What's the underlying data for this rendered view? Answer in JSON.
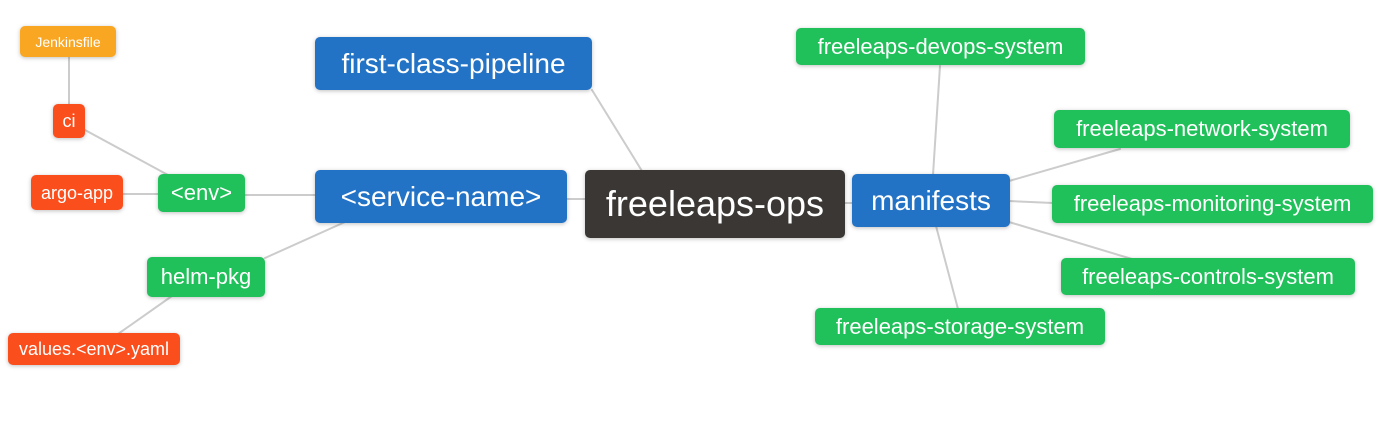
{
  "mindmap": {
    "title": "freeleaps-ops repository structure mind map",
    "background": "#ffffff",
    "connector_color": "#cccccc",
    "palette": {
      "root": "#3b3734",
      "branch": "#2272c6",
      "leaf_green": "#20c05a",
      "leaf_red": "#fb4e1d",
      "leaf_orange": "#f9a623",
      "text": "#ffffff"
    },
    "nodes": [
      {
        "id": "jenkinsfile",
        "label": "Jenkinsfile",
        "color": "orange",
        "depth": 4
      },
      {
        "id": "ci",
        "label": "ci",
        "color": "red",
        "depth": 3
      },
      {
        "id": "argo-app",
        "label": "argo-app",
        "color": "red",
        "depth": 3
      },
      {
        "id": "env",
        "label": "<env>",
        "color": "green",
        "depth": 2
      },
      {
        "id": "service-name",
        "label": "<service-name>",
        "color": "blue",
        "depth": 1
      },
      {
        "id": "first-class-pipeline",
        "label": "first-class-pipeline",
        "color": "blue",
        "depth": 1
      },
      {
        "id": "freeleaps-ops",
        "label": "freeleaps-ops",
        "color": "dark",
        "depth": 0
      },
      {
        "id": "manifests",
        "label": "manifests",
        "color": "blue",
        "depth": 1
      },
      {
        "id": "freeleaps-devops-system",
        "label": "freeleaps-devops-system",
        "color": "green",
        "depth": 2
      },
      {
        "id": "freeleaps-network-system",
        "label": "freeleaps-network-system",
        "color": "green",
        "depth": 2
      },
      {
        "id": "freeleaps-monitoring-system",
        "label": "freeleaps-monitoring-system",
        "color": "green",
        "depth": 2
      },
      {
        "id": "freeleaps-controls-system",
        "label": "freeleaps-controls-system",
        "color": "green",
        "depth": 2
      },
      {
        "id": "freeleaps-storage-system",
        "label": "freeleaps-storage-system",
        "color": "green",
        "depth": 2
      },
      {
        "id": "helm-pkg",
        "label": "helm-pkg",
        "color": "green",
        "depth": 2
      },
      {
        "id": "values-env-yaml",
        "label": "values.<env>.yaml",
        "color": "red",
        "depth": 3
      }
    ],
    "edges": [
      {
        "from": "ci",
        "to": "jenkinsfile"
      },
      {
        "from": "env",
        "to": "ci"
      },
      {
        "from": "env",
        "to": "argo-app"
      },
      {
        "from": "service-name",
        "to": "env"
      },
      {
        "from": "service-name",
        "to": "helm-pkg"
      },
      {
        "from": "helm-pkg",
        "to": "values-env-yaml"
      },
      {
        "from": "freeleaps-ops",
        "to": "first-class-pipeline"
      },
      {
        "from": "freeleaps-ops",
        "to": "service-name"
      },
      {
        "from": "freeleaps-ops",
        "to": "manifests"
      },
      {
        "from": "manifests",
        "to": "freeleaps-devops-system"
      },
      {
        "from": "manifests",
        "to": "freeleaps-network-system"
      },
      {
        "from": "manifests",
        "to": "freeleaps-monitoring-system"
      },
      {
        "from": "manifests",
        "to": "freeleaps-controls-system"
      },
      {
        "from": "manifests",
        "to": "freeleaps-storage-system"
      }
    ]
  }
}
